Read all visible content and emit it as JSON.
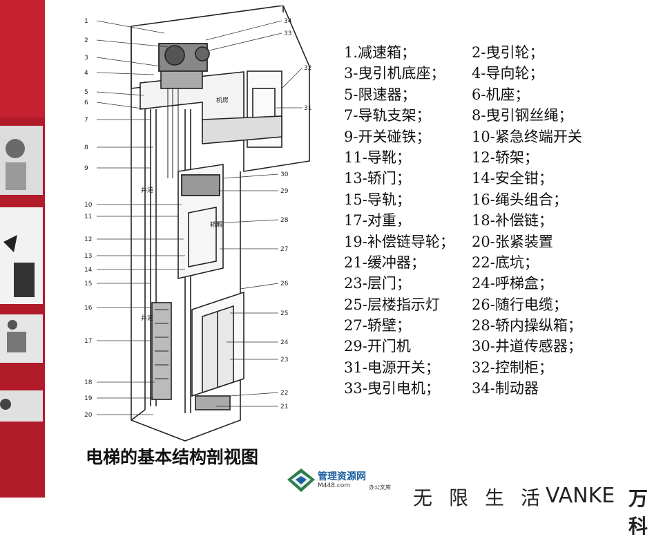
{
  "caption": "电梯的基本结构剖视图",
  "legend_rows": [
    {
      "a": "1.减速箱；",
      "b": "2-曳引轮；"
    },
    {
      "a": "3-曳引机底座；",
      "b": "4-导向轮；"
    },
    {
      "a": "5-限速器；",
      "b": "6-机座；"
    },
    {
      "a": "7-导轨支架；",
      "b": "8-曳引钢丝绳；"
    },
    {
      "a": "9-开关碰铁；",
      "b": "10-紧急终端开关"
    },
    {
      "a": "11-导靴；",
      "b": "12-轿架；"
    },
    {
      "a": "13-轿门；",
      "b": "14-安全钳；"
    },
    {
      "a": "15-导轨；",
      "b": "16-绳头组合；"
    },
    {
      "a": "17-对重，",
      "b": "18-补偿链；"
    },
    {
      "a": "19-补偿链导轮；",
      "b": "20-张紧装置"
    },
    {
      "a": "21-缓冲器；",
      "b": "22-底坑；"
    },
    {
      "a": "23-层门；",
      "b": "24-呼梯盒；"
    },
    {
      "a": "25-层楼指示灯",
      "b": "26-随行电缆；"
    },
    {
      "a": "27-轿壁；",
      "b": "28-轿内操纵箱；"
    },
    {
      "a": "29-开门机",
      "b": "30-井道传感器；"
    },
    {
      "a": "31-电源开关；",
      "b": "32-控制柜；"
    },
    {
      "a": "33-曳引电机；",
      "b": "34-制动器"
    }
  ],
  "diagram_left_labels": [
    "1",
    "2",
    "3",
    "4",
    "5",
    "6",
    "7",
    "8",
    "9",
    "10",
    "11",
    "12",
    "13",
    "14",
    "15",
    "16",
    "17",
    "18",
    "19",
    "20"
  ],
  "diagram_right_labels": [
    "34",
    "33",
    "32",
    "31",
    "30",
    "29",
    "28",
    "27",
    "26",
    "25",
    "24",
    "23",
    "22",
    "21"
  ],
  "diagram_text": {
    "machine_room": "机房",
    "shaft": "井道",
    "car_label": "轿厢",
    "pit_label": "井道"
  },
  "footer": {
    "logo_name": "管理资源网",
    "logo_url": "M448.com",
    "logo_tag": "办公文库",
    "brand_cn": "无限生活",
    "brand_en": "VANKE",
    "brand_cn2": "万科"
  },
  "colors": {
    "accent": "#b11b2a",
    "ink": "#111111",
    "logo_blue": "#1a5f9e",
    "logo_green": "#2e7d4f"
  }
}
